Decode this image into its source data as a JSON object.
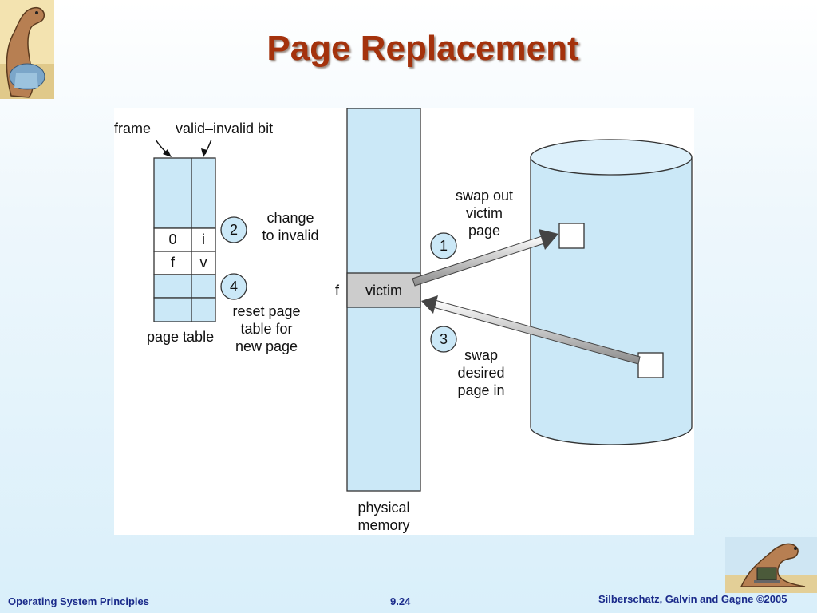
{
  "slide": {
    "title": "Page Replacement",
    "footer_left": "Operating System Principles",
    "footer_center": "9.24",
    "footer_right": "Silberschatz, Galvin and Gagne ©2005"
  },
  "diagram": {
    "labels": {
      "frame": "frame",
      "valid_invalid_bit": "valid–invalid bit",
      "page_table": "page table",
      "physical_memory_line1": "physical",
      "physical_memory_line2": "memory",
      "frame_f": "f",
      "victim": "victim"
    },
    "page_table_rows": [
      {
        "frame": "0",
        "bit": "i"
      },
      {
        "frame": "f",
        "bit": "v"
      }
    ],
    "steps": [
      {
        "number": "1",
        "lines": [
          "swap out",
          "victim",
          "page"
        ]
      },
      {
        "number": "2",
        "lines": [
          "change",
          "to invalid"
        ]
      },
      {
        "number": "3",
        "lines": [
          "swap",
          "desired",
          "page in"
        ]
      },
      {
        "number": "4",
        "lines": [
          "reset page",
          "table for",
          "new page"
        ]
      }
    ],
    "colors": {
      "light_blue": "#cbe8f7",
      "victim_gray": "#cccccc",
      "title": "#a4320c",
      "footer": "#1a2a8a"
    }
  }
}
